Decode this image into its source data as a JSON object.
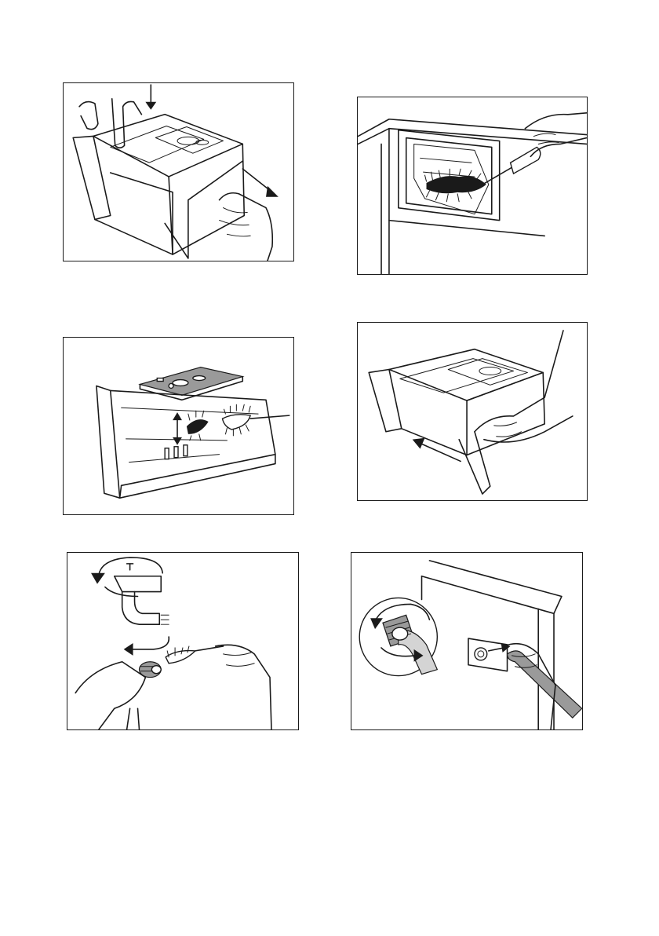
{
  "page": {
    "footer_mark": ""
  },
  "illustrations": [
    {
      "id": "p1",
      "icon": "dispenser-drawer-remove-icon"
    },
    {
      "id": "p2",
      "icon": "dispenser-recess-brush-icon"
    },
    {
      "id": "p3",
      "icon": "dispenser-drawer-clean-icon"
    },
    {
      "id": "p4",
      "icon": "dispenser-drawer-insert-icon"
    },
    {
      "id": "p5",
      "icon": "inlet-filter-tap-clean-icon"
    },
    {
      "id": "p6",
      "icon": "inlet-hose-filter-remove-icon"
    }
  ],
  "colors": {
    "ink": "#1a1a1a",
    "shade": "#9a9a9a",
    "light_shade": "#d4d4d4",
    "background": "#ffffff"
  }
}
